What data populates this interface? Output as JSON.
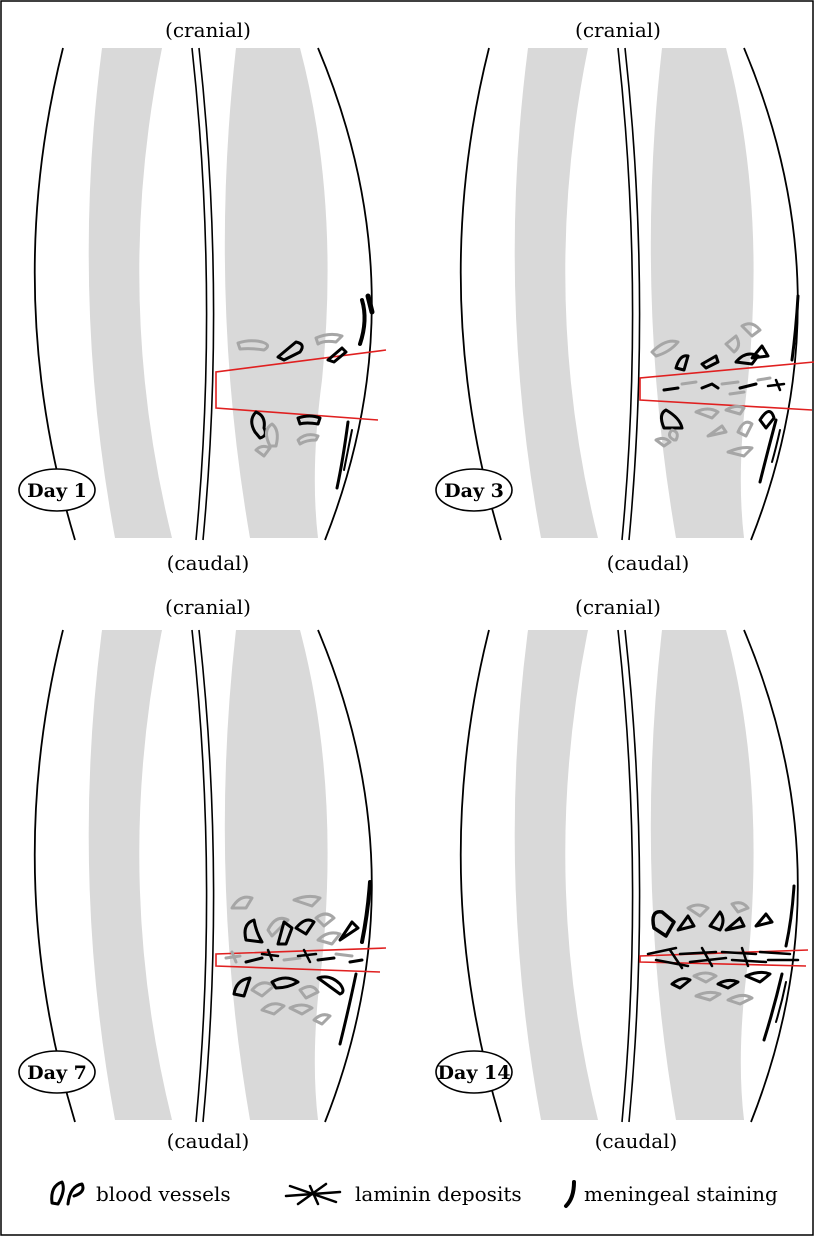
{
  "figure": {
    "panels": [
      {
        "day_label": "Day 1",
        "top_label": "(cranial)",
        "bottom_label": "(caudal)"
      },
      {
        "day_label": "Day 3",
        "top_label": "(cranial)",
        "bottom_label": "(caudal)"
      },
      {
        "day_label": "Day 7",
        "top_label": "(cranial)",
        "bottom_label": "(caudal)"
      },
      {
        "day_label": "Day 14",
        "top_label": "(cranial)",
        "bottom_label": "(caudal)"
      }
    ],
    "legend": {
      "blood_vessels": "blood vessels",
      "laminin_deposits": "laminin deposits",
      "meningeal_staining": "meningeal staining"
    },
    "colors": {
      "grey_matter": "#d9d9d9",
      "lesion_outline": "#e02020",
      "vessel_dark": "#000000",
      "vessel_light": "#a6a6a6"
    }
  }
}
